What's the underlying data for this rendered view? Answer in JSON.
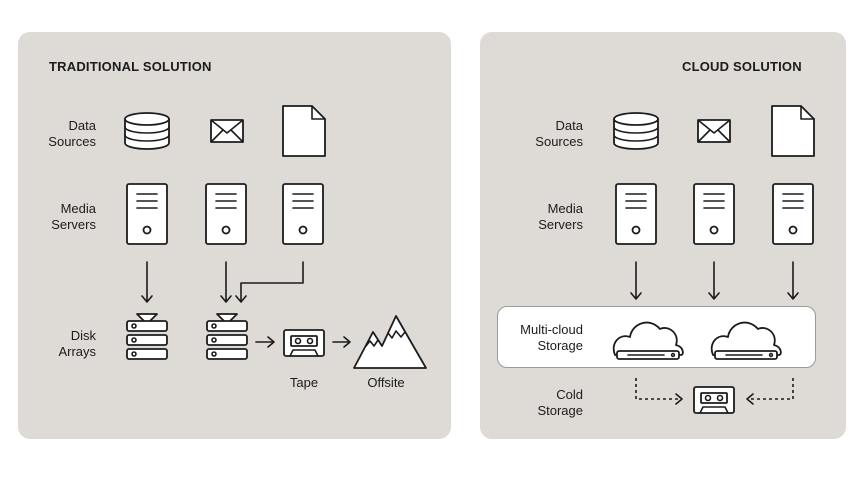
{
  "traditional": {
    "title": "TRADITIONAL SOLUTION",
    "labels": {
      "data_sources": [
        "Data",
        "Sources"
      ],
      "media_servers": [
        "Media",
        "Servers"
      ],
      "disk_arrays": [
        "Disk",
        "Arrays"
      ],
      "tape": "Tape",
      "offsite": "Offsite"
    }
  },
  "cloud": {
    "title": "CLOUD SOLUTION",
    "labels": {
      "data_sources": [
        "Data",
        "Sources"
      ],
      "media_servers": [
        "Media",
        "Servers"
      ],
      "multi_cloud": [
        "Multi-cloud",
        "Storage"
      ],
      "cold_storage": [
        "Cold",
        "Storage"
      ]
    }
  },
  "icons": [
    "database-icon",
    "envelope-icon",
    "document-icon",
    "server-icon",
    "disk-array-icon",
    "tape-icon",
    "mountain-icon",
    "cloud-storage-icon"
  ],
  "colors": {
    "panel": "#dedad6",
    "stroke": "#1c1c1c",
    "box_border": "#9a9a9a"
  }
}
